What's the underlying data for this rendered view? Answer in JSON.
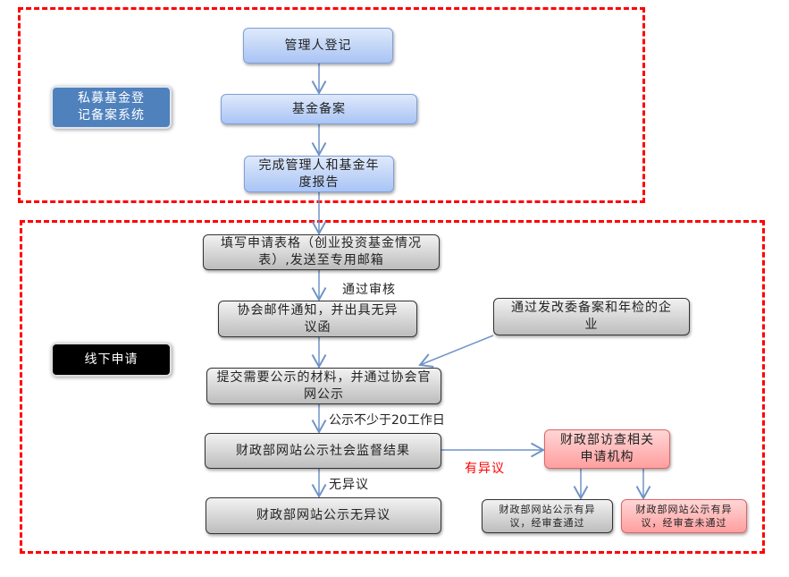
{
  "sections": {
    "online_system": "私募基金登记备案系统",
    "offline": "线下申请"
  },
  "nodes": {
    "manager_register": "管理人登记",
    "fund_filing": "基金备案",
    "annual_report": "完成管理人和基金年度报告",
    "fill_form": "填写申请表格（创业投资基金情况表）,发送至专用邮箱",
    "assoc_email": "协会邮件通知，并出具无异议函",
    "ndrc": "通过发改委备案和年检的企业",
    "submit_material": "提交需要公示的材料，并通过协会官网公示",
    "mof_publicity": "财政部网站公示社会监督结果",
    "mof_inspect": "财政部访查相关申请机构",
    "mof_no_objection": "财政部网站公示无异议",
    "objection_passed": "财政部网站公示有异议，经审查通过",
    "objection_failed": "财政部网站公示有异议，经审查未通过"
  },
  "edge_labels": {
    "review_passed": "通过审核",
    "publicity_days": "公示不少于20工作日",
    "has_objection": "有异议",
    "no_objection": "无异议"
  },
  "colors": {
    "border": "#ff0000",
    "arrow": "#6f93c8",
    "objection_label": "#ff0000"
  }
}
